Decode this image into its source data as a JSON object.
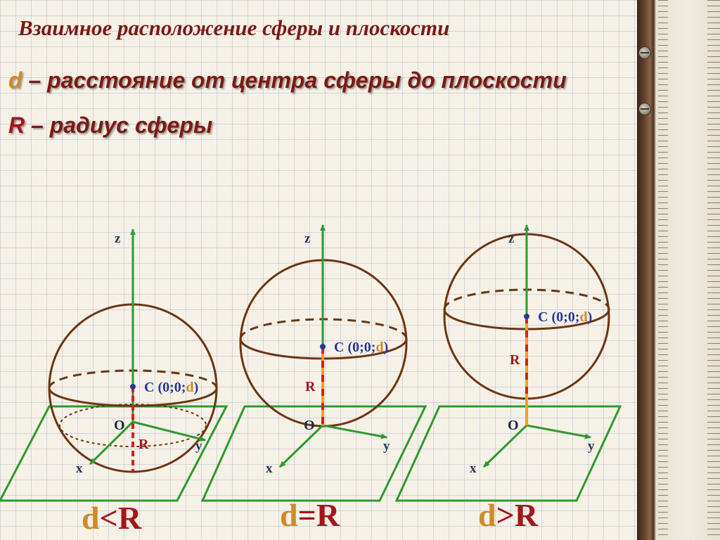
{
  "slide": {
    "title": "Взаимное расположение сферы и плоскости",
    "definitions": {
      "d_symbol": "d",
      "d_text": " – расстояние от центра сферы до плоскости",
      "r_symbol": "R",
      "r_text": " – радиус сферы"
    }
  },
  "diagrams": [
    {
      "case": "d<R",
      "z_label": "z",
      "x_label": "x",
      "y_label": "y",
      "origin_label": "O",
      "center_label_prefix": "C (0;0;",
      "center_label_var": "d",
      "center_label_suffix": ")",
      "radius_label": "R",
      "compare_left": "d",
      "compare_op": "<",
      "compare_right": "R"
    },
    {
      "case": "d=R",
      "z_label": "z",
      "x_label": "x",
      "y_label": "y",
      "origin_label": "O",
      "center_label_prefix": "C (0;0;",
      "center_label_var": "d",
      "center_label_suffix": ")",
      "radius_label": "R",
      "compare_left": "d",
      "compare_op": "=",
      "compare_right": "R"
    },
    {
      "case": "d>R",
      "z_label": "z",
      "x_label": "x",
      "y_label": "y",
      "origin_label": "O",
      "center_label_prefix": "C (0;0;",
      "center_label_var": "d",
      "center_label_suffix": ")",
      "radius_label": "R",
      "compare_left": "d",
      "compare_op": ">",
      "compare_right": "R"
    }
  ],
  "colors": {
    "title": "#7a1a14",
    "sphere": "#6b3512",
    "plane": "#2e9a2e",
    "axis": "#2e9a2e",
    "center_dot": "#27389a",
    "distance_segment": "#f0a020",
    "radius_segment": "#d42020",
    "compare_d": "#d08a2a",
    "compare_r": "#a3161b"
  }
}
